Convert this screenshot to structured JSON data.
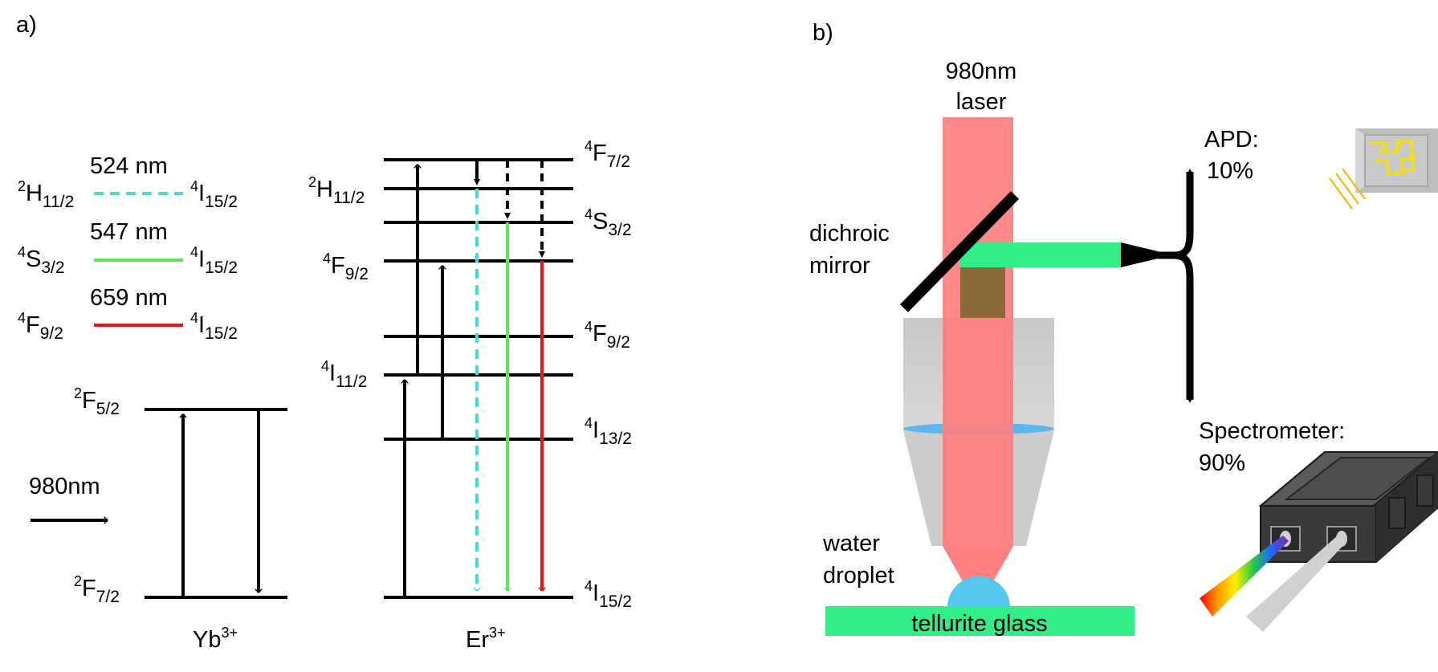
{
  "panel_a": {
    "label": "a)",
    "legend": [
      {
        "level": {
          "main": "H",
          "sup": "2",
          "sub": "11/2"
        },
        "wavelength": "524 nm",
        "target": {
          "main": "I",
          "sup": "4",
          "sub": "15/2"
        },
        "color": "#40e0d0",
        "style": "dashed"
      },
      {
        "level": {
          "main": "S",
          "sup": "4",
          "sub": "3/2"
        },
        "wavelength": "547 nm",
        "target": {
          "main": "I",
          "sup": "4",
          "sub": "15/2"
        },
        "color": "#5ce65c",
        "style": "solid"
      },
      {
        "level": {
          "main": "F",
          "sup": "4",
          "sub": "9/2"
        },
        "wavelength": "659 nm",
        "target": {
          "main": "I",
          "sup": "4",
          "sub": "15/2"
        },
        "color": "#ee1111",
        "style": "solid"
      }
    ],
    "yb": {
      "upper": {
        "main": "F",
        "sup": "2",
        "sub": "5/2"
      },
      "lower": {
        "main": "F",
        "sup": "2",
        "sub": "7/2"
      },
      "ion": {
        "main": "Yb",
        "sup": "3+"
      },
      "pump": "980nm"
    },
    "er": {
      "ion": {
        "main": "Er",
        "sup": "3+"
      },
      "levels": [
        {
          "main": "F",
          "sup": "4",
          "sub": "7/2"
        },
        {
          "main": "H",
          "sup": "2",
          "sub": "11/2"
        },
        {
          "main": "S",
          "sup": "4",
          "sub": "3/2"
        },
        {
          "main": "F",
          "sup": "4",
          "sub": "9/2"
        },
        {
          "main": "F",
          "sup": "4",
          "sub": "9/2"
        },
        {
          "main": "I",
          "sup": "4",
          "sub": "11/2"
        },
        {
          "main": "I",
          "sup": "4",
          "sub": "13/2"
        },
        {
          "main": "I",
          "sup": "4",
          "sub": "15/2"
        }
      ]
    }
  },
  "panel_b": {
    "label": "b)",
    "laser": [
      "980nm",
      "laser"
    ],
    "mirror": [
      "dichroic",
      "mirror"
    ],
    "apd": [
      "APD:",
      "10%"
    ],
    "spectrometer": [
      "Spectrometer:",
      "90%"
    ],
    "droplet": [
      "water",
      "droplet"
    ],
    "glass": "tellurite glass",
    "colors": {
      "laser": "#ff7f7f",
      "emission": "#33ee88",
      "glass": "#33ee88",
      "droplet": "#55c8ee",
      "lens": "#5ab8ee",
      "mixed": "#8a6a3a",
      "objective": "#c8c8c8",
      "device": "#3a3a3a",
      "chip": "#f5e000"
    }
  }
}
